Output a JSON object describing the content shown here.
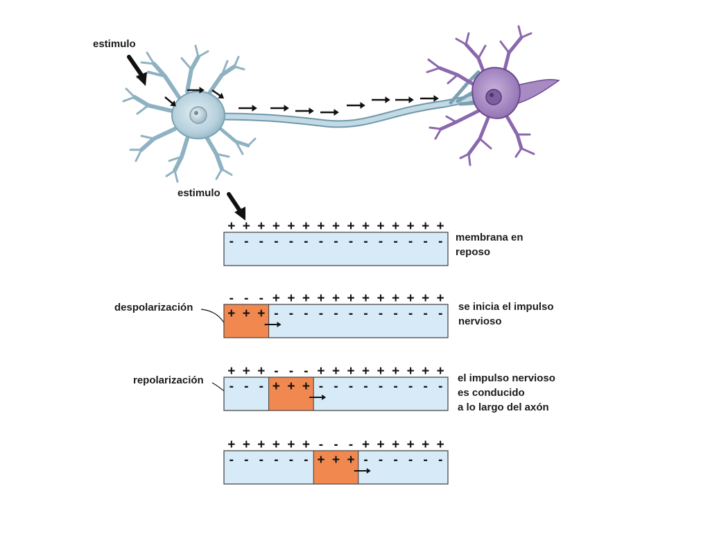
{
  "labels": {
    "stimulus_top": "estimulo",
    "stimulus_bottom": "estimulo",
    "depolarization": "despolarización",
    "repolarization": "repolarización"
  },
  "stages": [
    {
      "caption_lines": [
        "membrana en",
        "reposo"
      ],
      "top_signs": "+++++++++++++++",
      "bottom_signs": "---------------",
      "active_segment": null
    },
    {
      "caption_lines": [
        "se inicia el impulso",
        "nervioso"
      ],
      "top_signs": "---++++++++++++",
      "bottom_signs": "+++------------",
      "active_segment": [
        0,
        3
      ]
    },
    {
      "caption_lines": [
        "el impulso nervioso",
        "es conducido",
        "a lo largo del axón"
      ],
      "top_signs": "+++---+++++++++",
      "bottom_signs": "---+++---------",
      "active_segment": [
        3,
        6
      ]
    },
    {
      "caption_lines": [],
      "top_signs": "++++++---++++++",
      "bottom_signs": "------+++------",
      "active_segment": [
        6,
        9
      ]
    }
  ],
  "colors": {
    "membrane_fill": "#d6eaf8",
    "depolarized_fill": "#f08850",
    "neuron_left": "#b9d3de",
    "neuron_left_edge": "#6e97aa",
    "neuron_right": "#a98bc4",
    "neuron_right_edge": "#6b4a8c",
    "arrow": "#111111"
  }
}
